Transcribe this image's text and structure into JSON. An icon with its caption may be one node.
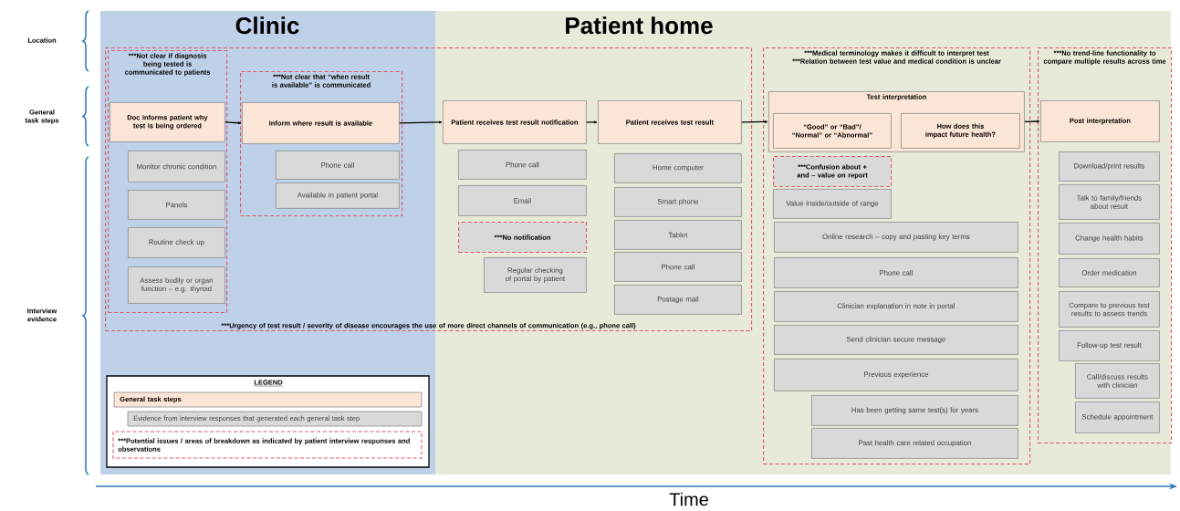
{
  "diagram": {
    "nodes": [
      {
        "text": [
          "***Urgency of test result / severity of disease encourages the use of more direct channels of communication (e.g., phone call)"
        ]
      },
      {
        "text": [
          "***Not clear if diagnosis being tested is communicated to patients"
        ],
        "in": 0
      },
      {
        "text": [
          "Doc informs patient why test is being ordered"
        ],
        "in": 1
      },
      {
        "text": [
          "Monitor chronic condition"
        ],
        "in": 1
      },
      {
        "text": [
          "Panels"
        ],
        "in": 1
      },
      {
        "text": [
          "Routine check up"
        ],
        "in": 1
      },
      {
        "text": [
          "Assess bodily or organ function – e.g. thyroid"
        ],
        "in": 1
      },
      {
        "text": [
          "***Not clear that “when result is available” is communicated"
        ],
        "in": 0
      },
      {
        "text": [
          "Inform where result is available"
        ],
        "in": 7
      },
      {
        "text": [
          "Phone call"
        ],
        "in": 7
      },
      {
        "text": [
          "Available in patient portal"
        ],
        "in": 7
      },
      {
        "text": [
          "Patient receives test result notification"
        ],
        "in": 0
      },
      {
        "text": [
          "Phone call"
        ],
        "in": 0
      },
      {
        "text": [
          "Email"
        ],
        "in": 0
      },
      {
        "text": [
          "***No notification"
        ],
        "in": 0
      },
      {
        "text": [
          "Regular checking of portal by patient"
        ],
        "in": 0
      },
      {
        "text": [
          "Patient receives test result"
        ],
        "in": 0
      },
      {
        "text": [
          "Home computer"
        ],
        "in": 0
      },
      {
        "text": [
          "Smart phone"
        ],
        "in": 0
      },
      {
        "text": [
          "Tablet"
        ],
        "in": 0
      },
      {
        "text": [
          "Phone call"
        ],
        "in": 0
      },
      {
        "text": [
          "Postage mail"
        ],
        "in": 0
      },
      {
        "text": [
          "***Medical terminology makes it difficult to interpret test",
          "***Relation between test value and medical condition is unclear"
        ]
      },
      {
        "text": [
          "Test interpretation"
        ],
        "in": 22
      },
      {
        "text": [
          "“Good” or “Bad”/ “Normal” or “Abnormal”"
        ],
        "in": 23
      },
      {
        "text": [
          "How does this impact future health?"
        ],
        "in": 23
      },
      {
        "text": [
          "***Confusion about + and – value on report"
        ],
        "in": 22
      },
      {
        "text": [
          "Value inside/outside of range"
        ],
        "in": 22
      },
      {
        "text": [
          "Online research – copy and pasting key terms"
        ],
        "in": 22
      },
      {
        "text": [
          "Phone call"
        ],
        "in": 22
      },
      {
        "text": [
          "Clinician explanation in note in portal"
        ],
        "in": 22
      },
      {
        "text": [
          "Send clinician secure message"
        ],
        "in": 22
      },
      {
        "text": [
          "Previous experience"
        ],
        "in": 22
      },
      {
        "text": [
          "Has been getting same test(s) for years"
        ],
        "in": 22
      },
      {
        "text": [
          "Past health care related occupation"
        ],
        "in": 22
      },
      {
        "text": [
          "***No trend-line functionality to compare multiple results across time"
        ]
      },
      {
        "text": [
          "Post interpretation"
        ],
        "in": 35
      },
      {
        "text": [
          "Download/print results"
        ],
        "in": 35
      },
      {
        "text": [
          "Talk to family/friends about result"
        ],
        "in": 35
      },
      {
        "text": [
          "Change health habits"
        ],
        "in": 35
      },
      {
        "text": [
          "Order medication"
        ],
        "in": 35
      },
      {
        "text": [
          "Compare to previous test results to assess trends"
        ],
        "in": 35
      },
      {
        "text": [
          "Follow-up test result"
        ],
        "in": 35
      },
      {
        "text": [
          "Call/discuss results with clinician"
        ],
        "in": 35
      },
      {
        "text": [
          "Schedule appointment"
        ],
        "in": 35
      }
    ],
    "edges": [
      {
        "from": 2,
        "to": 8,
        "arrow": "to"
      },
      {
        "from": 8,
        "to": 11,
        "arrow": "to"
      },
      {
        "from": 11,
        "to": 16,
        "arrow": "to"
      },
      {
        "from": 16,
        "to": 23,
        "arrow": "to"
      },
      {
        "from": 23,
        "to": 36,
        "arrow": "to"
      }
    ],
    "labels": [
      "Location",
      "Clinic",
      "Patient home",
      "General task steps",
      "Interview evidence",
      "LEGEND",
      "Time"
    ],
    "legend": [
      {
        "text": "General task steps",
        "color": "#fbe5d6"
      },
      {
        "text": "Evidence from interview responses that generated each general task step",
        "color": "#d9d9d9"
      },
      {
        "text": "***Potential issues / areas of breakdown as indicated by patient interview responses and observations"
      }
    ]
  }
}
